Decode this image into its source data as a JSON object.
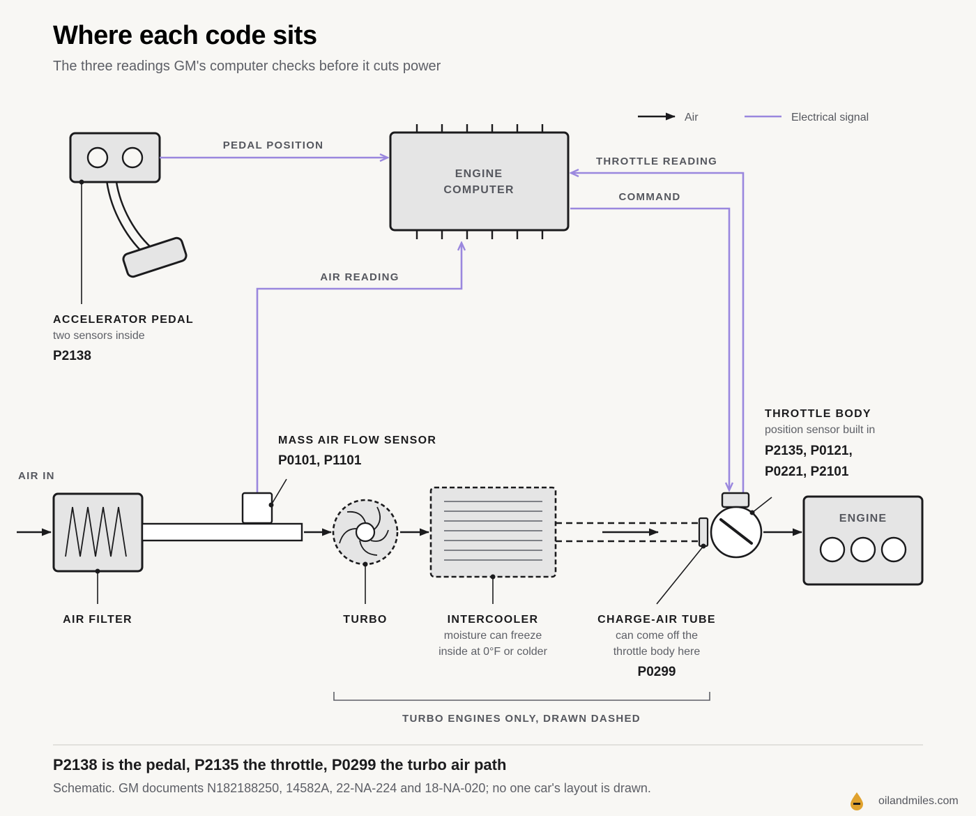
{
  "header": {
    "title": "Where each code sits",
    "subtitle": "The three readings GM's computer checks before it cuts power"
  },
  "legend": {
    "air": "Air",
    "signal": "Electrical signal"
  },
  "signals": {
    "pedal_position": "PEDAL POSITION",
    "throttle_reading": "THROTTLE READING",
    "command": "COMMAND",
    "air_reading": "AIR READING"
  },
  "engine_computer": {
    "line1": "ENGINE",
    "line2": "COMPUTER"
  },
  "pedal": {
    "name": "ACCELERATOR PEDAL",
    "note": "two sensors inside",
    "codes": "P2138"
  },
  "maf": {
    "name": "MASS AIR FLOW SENSOR",
    "codes": "P0101, P1101"
  },
  "throttle": {
    "name": "THROTTLE BODY",
    "note": "position sensor built in",
    "codes_line1": "P2135, P0121,",
    "codes_line2": "P0221, P2101"
  },
  "air_in": "AIR IN",
  "air_filter": "AIR FILTER",
  "turbo": "TURBO",
  "intercooler": {
    "name": "INTERCOOLER",
    "note_line1": "moisture can freeze",
    "note_line2": "inside at 0°F or colder"
  },
  "charge_tube": {
    "name": "CHARGE-AIR TUBE",
    "note_line1": "can come off the",
    "note_line2": "throttle body here",
    "codes": "P0299"
  },
  "engine": "ENGINE",
  "turbo_bracket": "TURBO ENGINES ONLY, DRAWN DASHED",
  "footer": {
    "headline": "P2138 is the pedal, P2135 the throttle, P0299 the turbo air path",
    "note": "Schematic. GM documents N182188250, 14582A, 22-NA-224 and 18-NA-020; no one car's layout is drawn.",
    "brand": "oilandmiles.com"
  },
  "colors": {
    "signal": "#9a87de",
    "line": "#1b1b1d",
    "box_fill": "#e5e5e5",
    "background": "#f8f7f4",
    "brand_drop": "#e0a22e"
  }
}
